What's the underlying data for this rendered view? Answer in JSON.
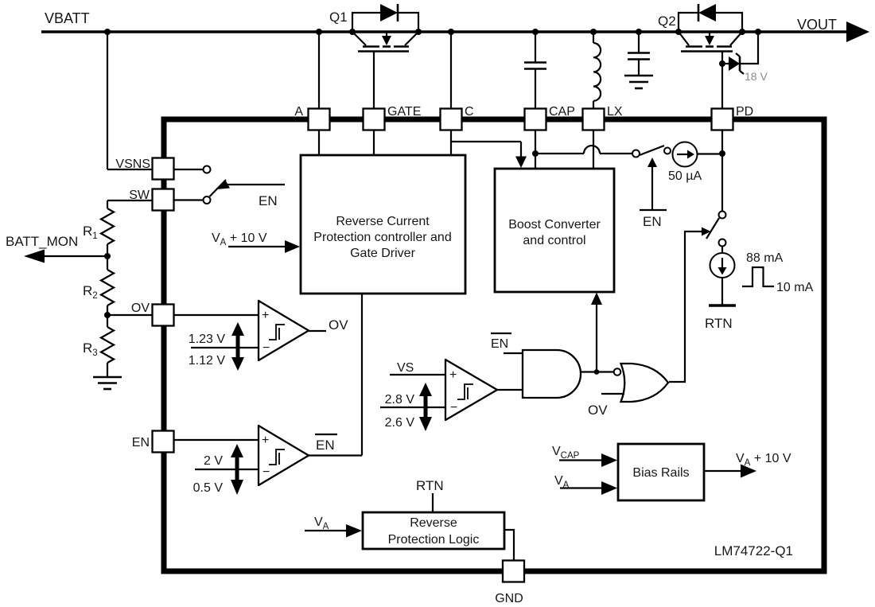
{
  "part_number": "LM74722-Q1",
  "colors": {
    "line": "#000000",
    "text": "#161616",
    "muted_text": "#8a8a8a",
    "background": "#ffffff"
  },
  "rails": {
    "vbatt": "VBATT",
    "vout": "VOUT",
    "batt_mon": "BATT_MON"
  },
  "transistors": {
    "q1": "Q1",
    "q2": "Q2",
    "zener_voltage": "18 V"
  },
  "pins": {
    "a": "A",
    "gate": "GATE",
    "c": "C",
    "cap": "CAP",
    "lx": "LX",
    "pd": "PD",
    "vsns": "VSNS",
    "sw": "SW",
    "ov": "OV",
    "en": "EN",
    "gnd": "GND"
  },
  "resistors": {
    "base": "R",
    "r1_sub": "1",
    "r2_sub": "2",
    "r3_sub": "3"
  },
  "blocks": {
    "rcp_line1": "Reverse Current",
    "rcp_line2": "Protection controller and",
    "rcp_line3": "Gate Driver",
    "boost_line1": "Boost Converter",
    "boost_line2": "and control",
    "bias": "Bias Rails",
    "rpl_line1": "Reverse",
    "rpl_line2": "Protection Logic"
  },
  "symbols": {
    "plus": "+",
    "minus": "−"
  },
  "comparators": {
    "ov": {
      "vhigh": "1.23 V",
      "vlow": "1.12 V",
      "output": "OV"
    },
    "en": {
      "vhigh": "2 V",
      "vlow": "0.5 V",
      "output": "EN"
    },
    "vs": {
      "input": "VS",
      "vhigh": "2.8 V",
      "vlow": "2.6 V"
    }
  },
  "signals": {
    "en_bar": "EN",
    "ov": "OV",
    "rtn": "RTN",
    "v": "V",
    "va_sub": "A",
    "vcap_sub": "CAP",
    "va10_rest": " + 10 V"
  },
  "currents": {
    "standby": "50 µA",
    "pd_high": "88 mA",
    "pd_low": "10 mA"
  }
}
